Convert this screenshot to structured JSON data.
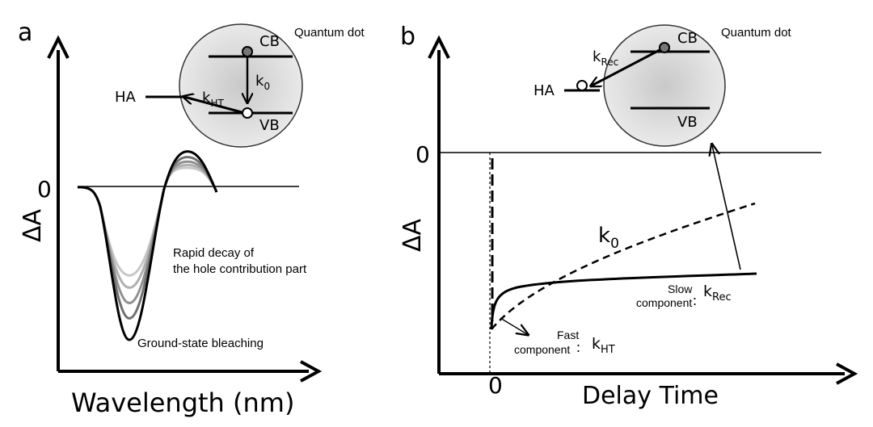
{
  "panel_a": {
    "label": "a",
    "zero_label": "0",
    "y_label": "ΔA",
    "x_label": "Wavelength (nm)",
    "inset": {
      "title": "Quantum dot",
      "cb": "CB",
      "vb": "VB",
      "rate_k0": {
        "main": "k",
        "sub": "0"
      },
      "rate_kht": {
        "main": "k",
        "sub": "HT"
      },
      "acceptor": "HA"
    },
    "annotation_decay_1": "Rapid decay of",
    "annotation_decay_2": "the hole contribution part",
    "annotation_bleach": "Ground-state bleaching",
    "spectra": [
      {
        "color": "#c8c8c8",
        "trough": 0.58,
        "peak": 0.33
      },
      {
        "color": "#b0b0b0",
        "trough": 0.66,
        "peak": 0.38
      },
      {
        "color": "#909090",
        "trough": 0.76,
        "peak": 0.44
      },
      {
        "color": "#707070",
        "trough": 0.86,
        "peak": 0.52
      },
      {
        "color": "#000000",
        "trough": 1.0,
        "peak": 0.62
      }
    ]
  },
  "panel_b": {
    "label": "b",
    "zero_y_label": "0",
    "zero_x_label": "0",
    "y_label": "ΔA",
    "x_label": "Delay Time",
    "inset": {
      "title": "Quantum dot",
      "cb": "CB",
      "vb": "VB",
      "rate_krec": {
        "main": "k",
        "sub": "Rec"
      },
      "acceptor": "HA"
    },
    "k0_label": {
      "main": "k",
      "sub": "0"
    },
    "slow_label_1": "Slow",
    "slow_label_2": "component",
    "slow_rate": {
      "main": "k",
      "sub": "Rec"
    },
    "fast_label_1": "Fast",
    "fast_label_2": "component",
    "fast_rate": {
      "main": "k",
      "sub": "HT"
    },
    "colon": "："
  }
}
